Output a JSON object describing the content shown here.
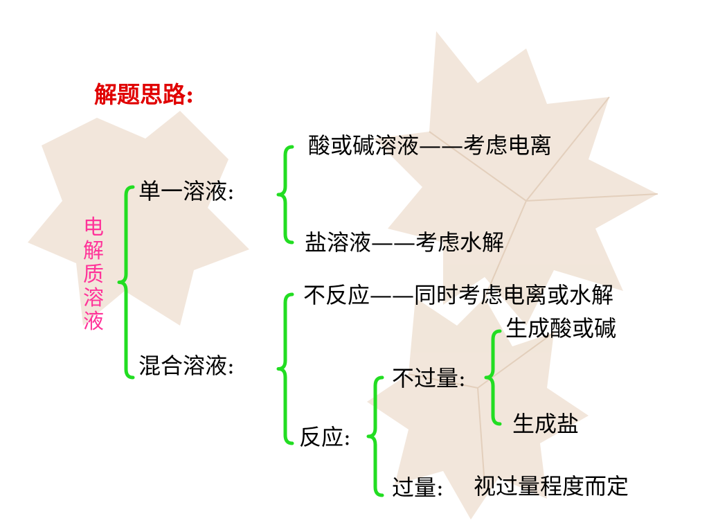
{
  "title": "解题思路:",
  "root_label": "电解质溶液",
  "single": {
    "label": "单一溶液:",
    "acid_base": "酸或碱溶液——考虑电离",
    "salt": "盐溶液——考虑水解"
  },
  "mixed": {
    "label": "混合溶液:",
    "no_reaction": "不反应——同时考虑电离或水解",
    "reaction": {
      "label": "反应:",
      "not_excess": {
        "label": "不过量:",
        "acid_base": "生成酸或碱",
        "salt": "生成盐"
      },
      "excess": {
        "label": "过量:",
        "rule": "视过量程度而定"
      }
    }
  },
  "colors": {
    "title": "#e00000",
    "root_label": "#ff3399",
    "brace": "#22dd22",
    "text": "#000000",
    "leaf": "#e7d2bd"
  }
}
